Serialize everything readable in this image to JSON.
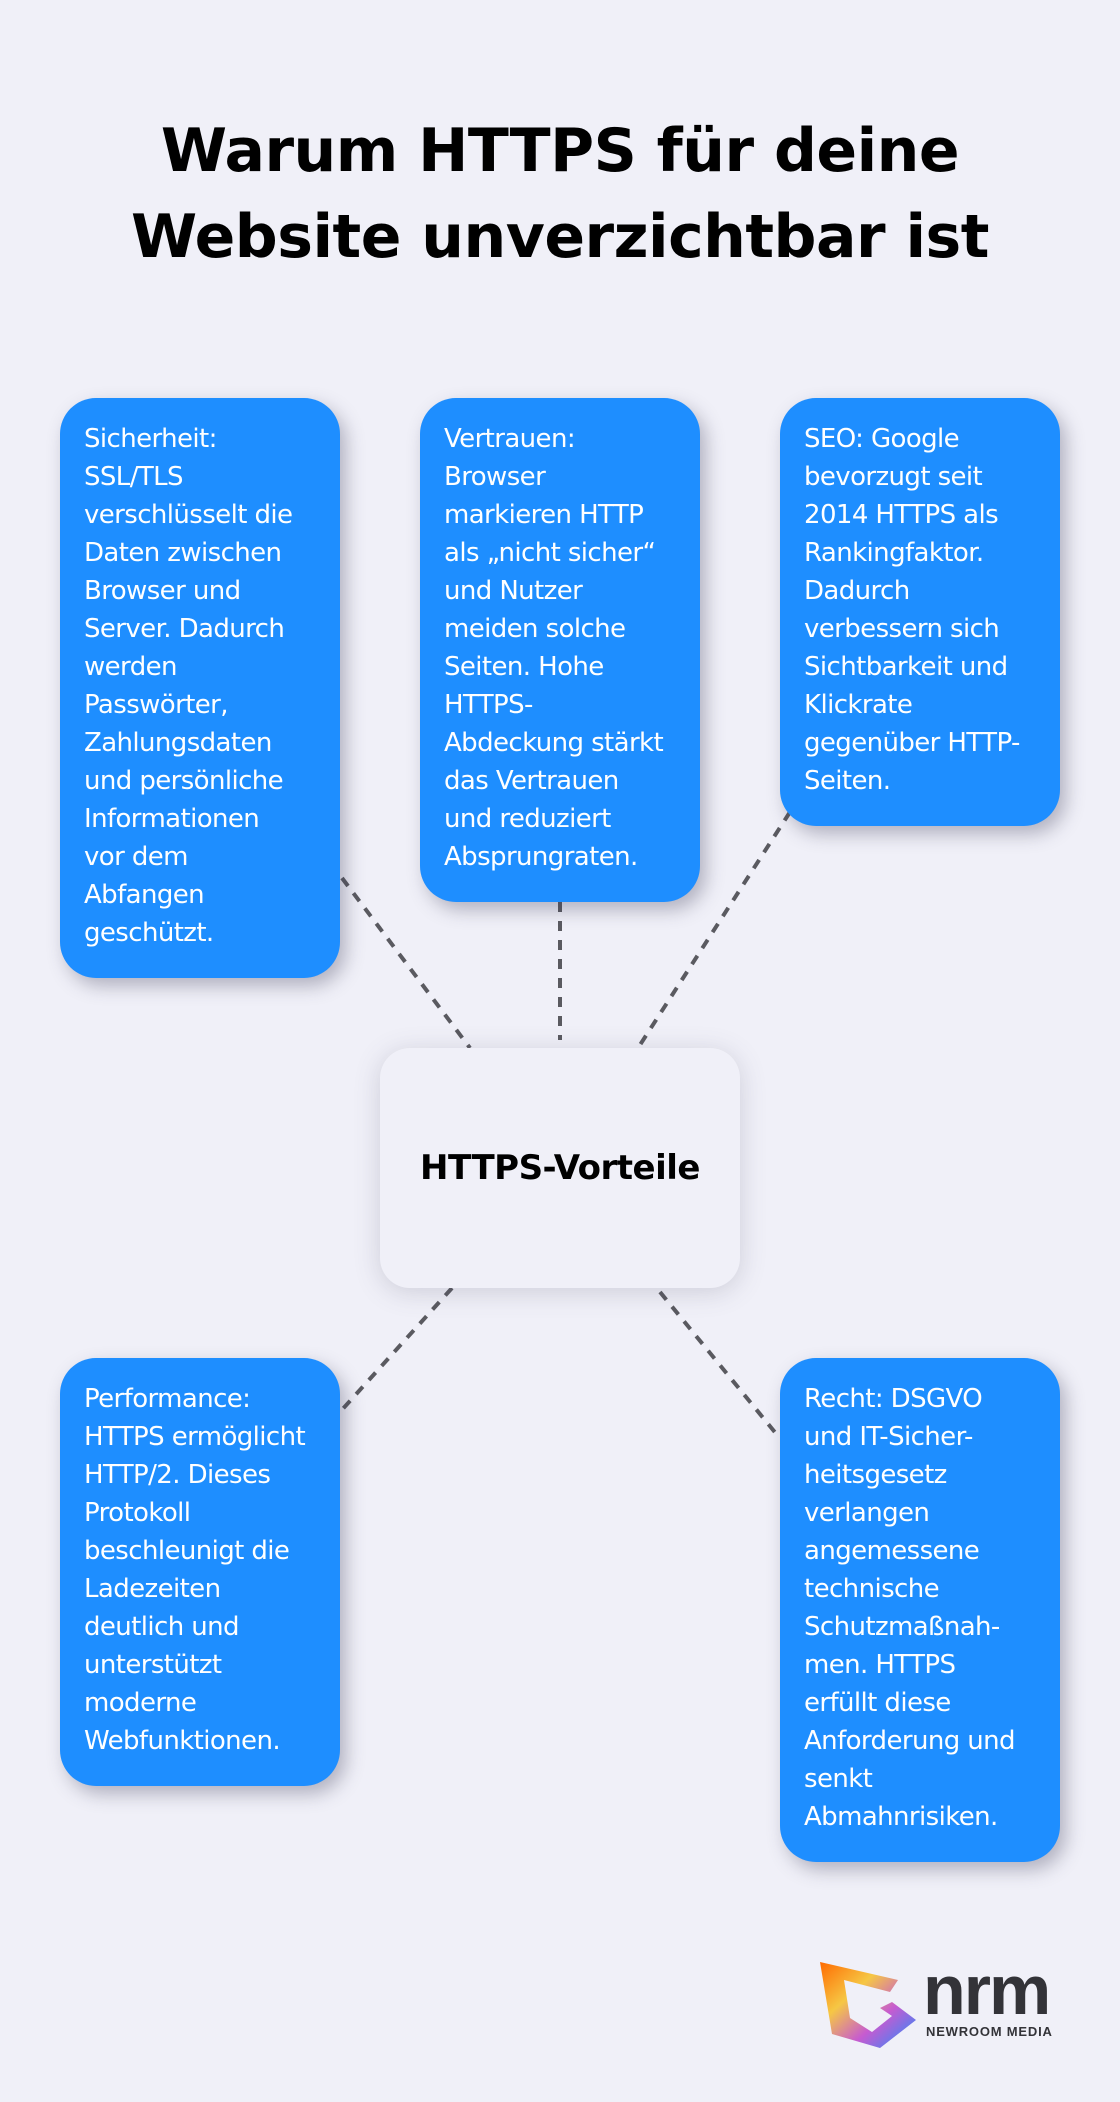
{
  "title": {
    "line1": "Warum HTTPS für deine",
    "line2": "Website unverzichtbar ist"
  },
  "center_node": {
    "label": "HTTPS-Vorteile"
  },
  "cards": [
    {
      "id": "sicherheit",
      "text": "Sicherheit:\nSSL/TLS\nverschlüsselt die\nDaten zwischen\nBrowser und\nServer. Dadurch\nwerden\nPasswörter,\nZahlungsdaten\nund persönliche\nInformationen\nvor dem\nAbfangen\ngeschützt."
    },
    {
      "id": "vertrauen",
      "text": "Vertrauen:\nBrowser\nmarkieren HTTP\nals „nicht sicher“\nund Nutzer\nmeiden solche\nSeiten. Hohe\nHTTPS-\nAbdeckung stärkt\ndas Vertrauen\nund reduziert\nAbsprungraten."
    },
    {
      "id": "seo",
      "text": "SEO: Google\nbevorzugt seit\n2014 HTTPS als\nRankingfaktor.\nDadurch\nverbessern sich\nSichtbarkeit und\nKlickrate\ngegenüber HTTP-\nSeiten."
    },
    {
      "id": "performance",
      "text": "Performance:\nHTTPS ermöglicht\nHTTP/2. Dieses\nProtokoll\nbeschleunigt die\nLadezeiten\ndeutlich und\nunterstützt\nmoderne\nWebfunktionen."
    },
    {
      "id": "recht",
      "text": "Recht: DSGVO\nund IT-Sicher-\nheitsgesetz\nverlangen\nangemessene\ntechnische\nSchutzmaßnah-\nmen. HTTPS\nerfüllt diese\nAnforderung und\nsenkt\nAbmahnrisiken."
    }
  ],
  "colors": {
    "background": "#f0f0f8",
    "card": "#1e8eff",
    "connector": "#5a5a60",
    "text_dark": "#000000"
  },
  "logo": {
    "wordmark": "nrm",
    "subtitle": "NEWROOM MEDIA"
  }
}
